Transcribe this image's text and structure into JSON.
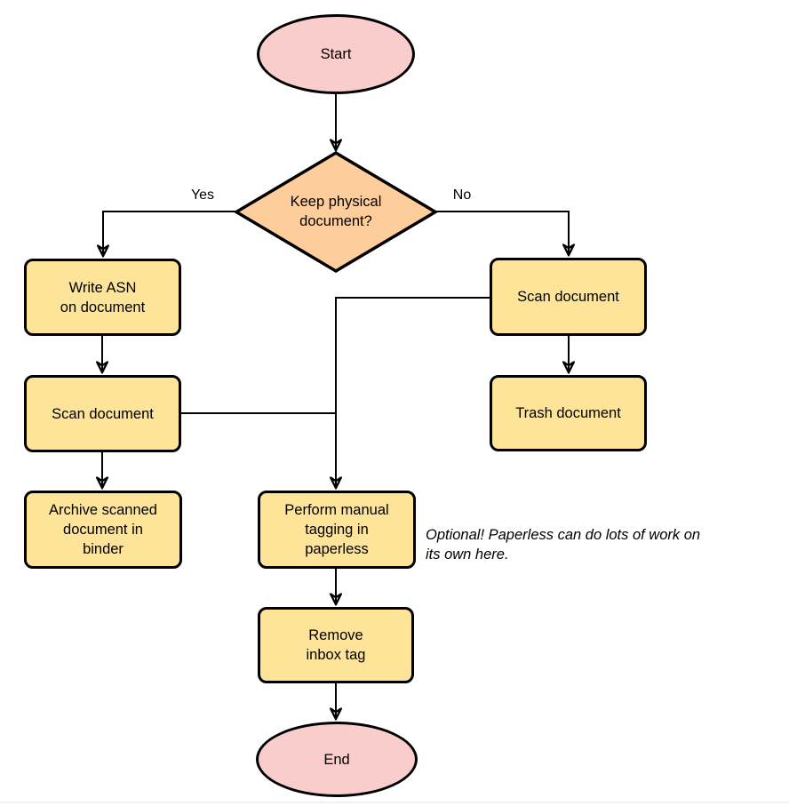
{
  "diagram": {
    "nodes": {
      "start": {
        "label": "Start"
      },
      "decision": {
        "label": "Keep physical\ndocument?"
      },
      "write_asn": {
        "label": "Write ASN\non document"
      },
      "scan_left": {
        "label": "Scan document"
      },
      "archive": {
        "label": "Archive scanned\ndocument in\nbinder"
      },
      "scan_right": {
        "label": "Scan document"
      },
      "trash": {
        "label": "Trash document"
      },
      "tagging": {
        "label": "Perform manual\ntagging in\npaperless"
      },
      "remove_inbox": {
        "label": "Remove\ninbox tag"
      },
      "end": {
        "label": "End"
      }
    },
    "edge_labels": {
      "yes": "Yes",
      "no": "No"
    },
    "annotation": "Optional! Paperless can do lots of work on\nits own here.",
    "colors": {
      "terminator_fill": "#f8cdcc",
      "decision_fill": "#fecd9c",
      "process_fill": "#fde499",
      "stroke": "#000000"
    }
  }
}
